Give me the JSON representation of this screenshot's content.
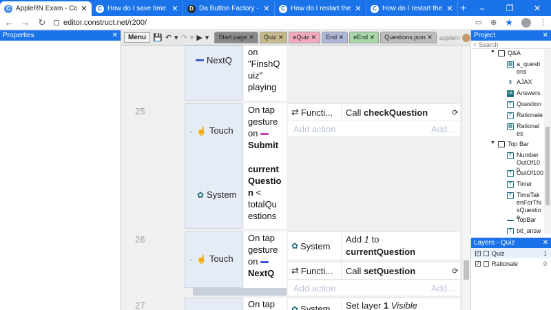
{
  "browser": {
    "tabs": [
      {
        "title": "AppleRN Exam - Construct",
        "active": true,
        "favicon": "C"
      },
      {
        "title": "How do I save time per qu",
        "active": false,
        "favicon": "C"
      },
      {
        "title": "Da Button Factory - Free C",
        "active": false,
        "favicon": "D"
      },
      {
        "title": "How do I restart the timer",
        "active": false,
        "favicon": "C"
      },
      {
        "title": "How do I restart the timer",
        "active": false,
        "favicon": "C"
      }
    ],
    "close_glyph": "✕",
    "new_tab": "+",
    "window": {
      "minimize": "–",
      "maximize": "❐",
      "close": "✕"
    },
    "back": "←",
    "forward": "→",
    "reload": "↻",
    "url": "editor.construct.net/r200/",
    "star": "★"
  },
  "properties": {
    "title": "Properties",
    "close": "✕"
  },
  "editor_toolbar": {
    "menu_label": "Menu",
    "save": "💾",
    "undo": "↶",
    "redo": "↷",
    "play": "▶",
    "dropdown": "▾",
    "tabs": [
      {
        "label": "Start page",
        "color": "#8a8a8a"
      },
      {
        "label": "Quiz",
        "color": "#c7ba8a"
      },
      {
        "label": "eQuiz",
        "color": "#f2a9bd"
      },
      {
        "label": "End",
        "color": "#b0b8d8"
      },
      {
        "label": "eEnd",
        "color": "#a8d8a8"
      },
      {
        "label": "Questions.json",
        "color": "#bdbdbd"
      }
    ],
    "tab_close": "✕",
    "user": "applern"
  },
  "event_sheet": {
    "event_prev": {
      "object": "NextQ",
      "lines": [
        "on",
        "\"FinshQ",
        "uiz\"",
        "playing"
      ]
    },
    "event25": {
      "number": "25",
      "cond1_object": "Touch",
      "cond1_lines": [
        "On tap",
        "gesture",
        "on"
      ],
      "cond1_target": "Submit",
      "cond2_object": "System",
      "cond2_bold": [
        "current",
        "Questio",
        "n"
      ],
      "cond2_lines": [
        "<",
        "totalQu",
        "estions"
      ],
      "action_object": "Functi...",
      "action_prefix": "Call",
      "action_name": "checkQuestion",
      "add_action": "Add action",
      "add_more": "Add..."
    },
    "event26": {
      "number": "26",
      "cond_object": "Touch",
      "cond_lines": [
        "On tap",
        "gesture",
        "on"
      ],
      "cond_target": "NextQ",
      "action1_object": "System",
      "action1_prefix": "Add",
      "action1_value": "1",
      "action1_to": "to",
      "action1_name": "currentQuestion",
      "action2_object": "Functi...",
      "action2_prefix": "Call",
      "action2_name": "setQuestion",
      "add_action": "Add action",
      "add_more": "Add..."
    },
    "event27": {
      "number": "27",
      "cond_text": "On tap",
      "action_object": "System",
      "action_text": "Set layer",
      "action_num": "1",
      "action_vis": "Visible"
    },
    "icons": {
      "arrow": "→",
      "touch": "☝",
      "gear": "✿",
      "func": "⇄",
      "circle": "⟳"
    }
  },
  "project": {
    "title": "Project",
    "close": "✕",
    "search_placeholder": "Search",
    "folder_qa": "Q&A",
    "items_qa": [
      "a_questions",
      "AJAX",
      "Answers",
      "Question",
      "Rationale",
      "Rationales"
    ],
    "folder_topbar": "Top Bar",
    "items_topbar": [
      "NumberOutOf100",
      "OutOf100",
      "Timer",
      "TimeTakenForThisQuestion",
      "TopBar",
      "txt_answer"
    ]
  },
  "layers": {
    "title": "Layers - Quiz",
    "close": "✕",
    "items": [
      {
        "name": "Quiz",
        "num": "1"
      },
      {
        "name": "Rationale",
        "num": "0"
      }
    ]
  }
}
